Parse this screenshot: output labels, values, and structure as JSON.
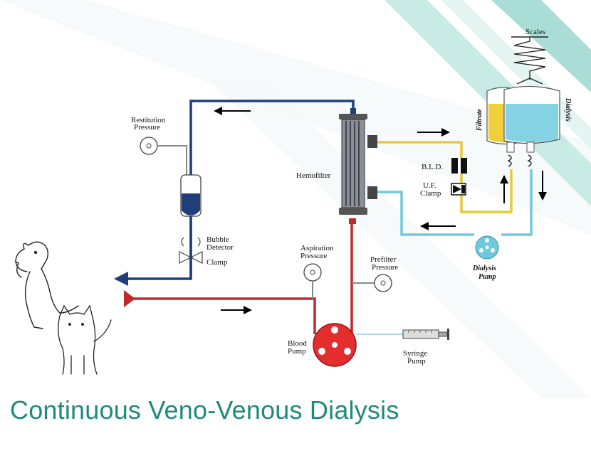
{
  "title": "Continuous Veno-Venous Dialysis",
  "labels": {
    "scales": "Scales",
    "filtrate": "Filtrate",
    "dialysis": "Dialysis",
    "restitution_pressure": [
      "Restitution",
      "Pressure"
    ],
    "hemofilter": "Hemofilter",
    "bld": "B.L.D.",
    "uf_clamp": [
      "U.F.",
      "Clamp"
    ],
    "bubble_detector": [
      "Bubble",
      "Detector"
    ],
    "clamp": "Clamp",
    "aspiration_pressure": [
      "Aspiration",
      "Pressure"
    ],
    "prefilter_pressure": [
      "Prefilter",
      "Pressure"
    ],
    "dialysis_pump": [
      "Dialysis",
      "Pump"
    ],
    "blood_pump": [
      "Blood",
      "Pump"
    ],
    "syringe_pump": [
      "Syringe",
      "Pump"
    ]
  },
  "colors": {
    "title": "#1f8a7a",
    "venous_line": "#1f3f7a",
    "arterial_line": "#c0282b",
    "filtrate_line": "#e8c93a",
    "dialysate_line": "#6ec9dc",
    "accent_teal": "#bfe6e1"
  }
}
